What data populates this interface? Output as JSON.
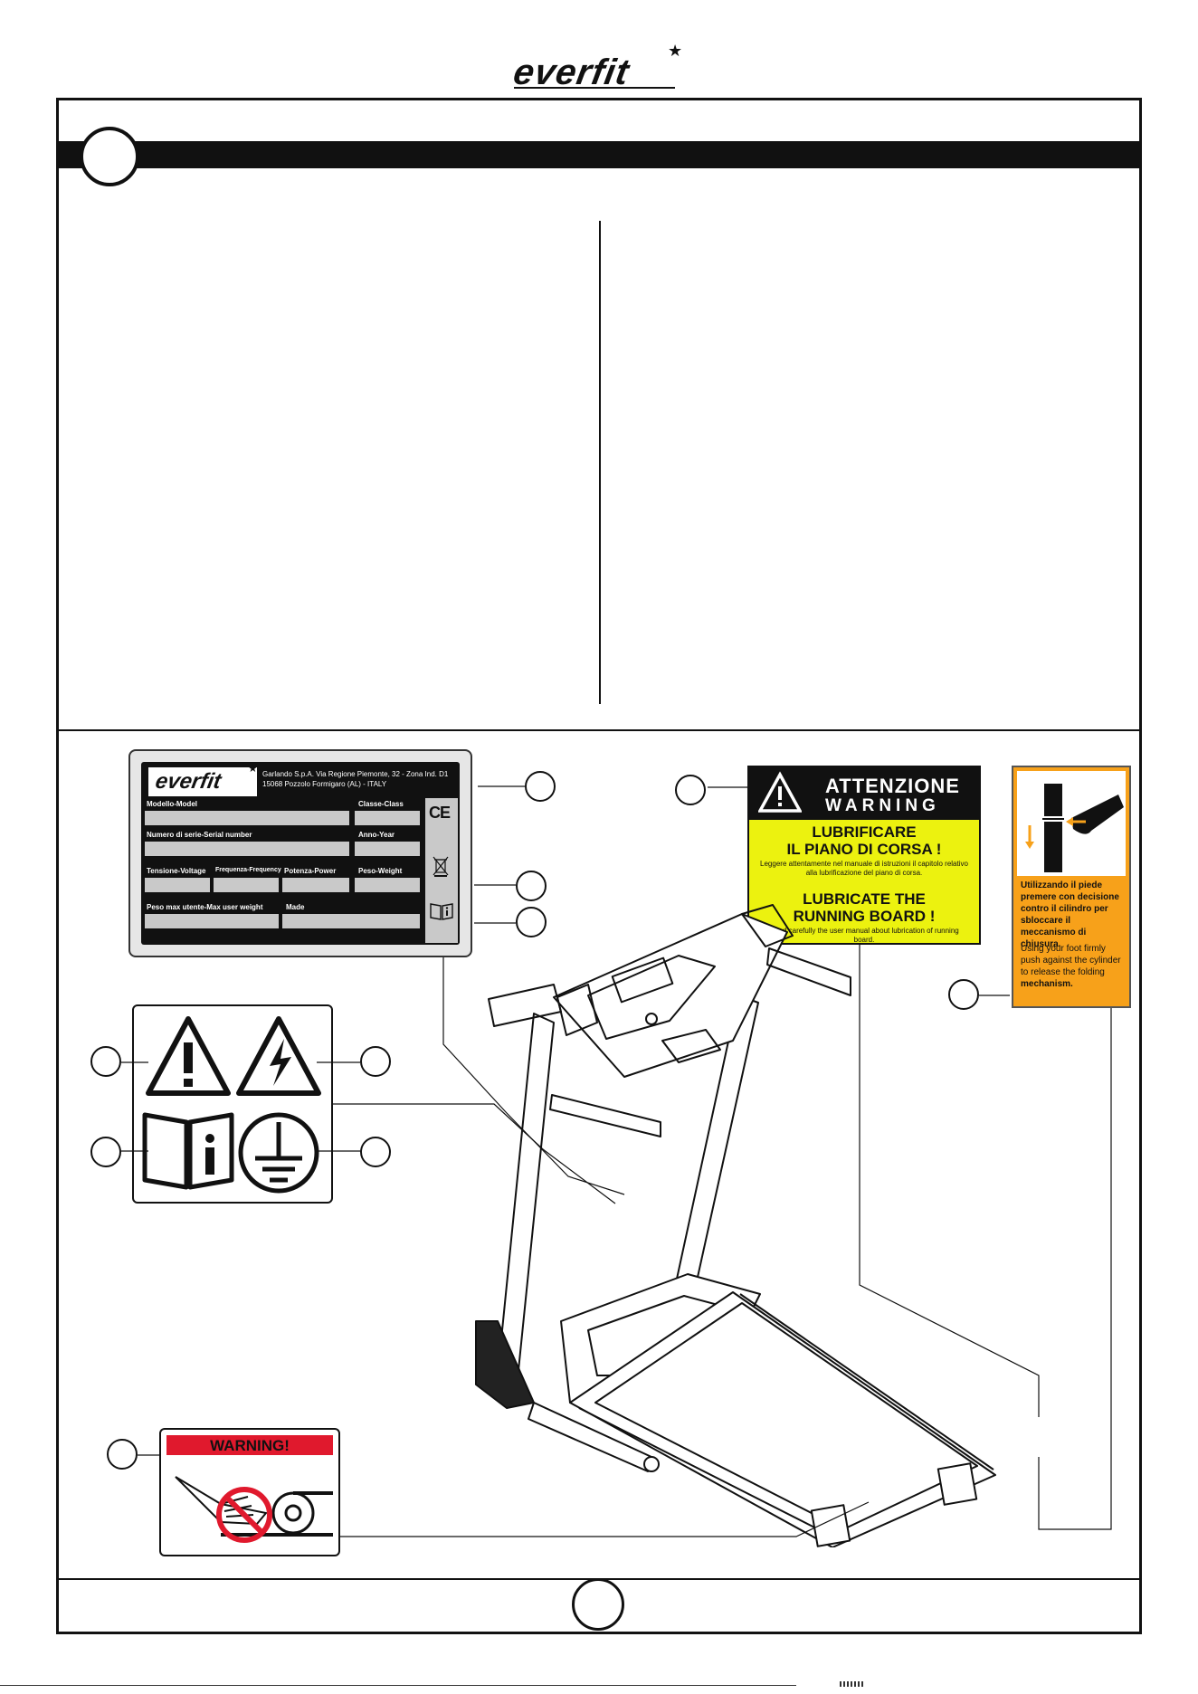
{
  "brand": {
    "name": "everfit",
    "star": "★"
  },
  "rating_plate": {
    "logo": "everfit",
    "address_line1": "Garlando S.p.A. Via Regione Piemonte, 32 - Zona Ind. D1",
    "address_line2": "15068 Pozzolo Formigaro (AL) - ITALY",
    "fields": {
      "model": "Modello-Model",
      "class": "Classe-Class",
      "serial": "Numero di serie-Serial number",
      "year": "Anno-Year",
      "voltage": "Tensione-Voltage",
      "frequency": "Frequenza-Frequency",
      "power": "Potenza-Power",
      "weight": "Peso-Weight",
      "max_user_weight": "Peso max utente-Max user weight",
      "made": "Made"
    },
    "ce_mark": "CE"
  },
  "warning_label": {
    "title_it": "ATTENZIONE",
    "title_en": "WARNING",
    "heading_it": "LUBRIFICARE IL PIANO DI CORSA !",
    "heading_it_line1": "LUBRIFICARE",
    "heading_it_line2": "IL PIANO DI CORSA !",
    "body_it": "Leggere attentamente nel manuale di istruzioni il capitolo relativo alla lubrificazione del piano di corsa.",
    "heading_en_line1": "LUBRICATE THE",
    "heading_en_line2": "RUNNING BOARD !",
    "body_en": "Read carefully the user manual about lubrication of running board.",
    "colors": {
      "background": "#ecf20f",
      "header": "#111111"
    }
  },
  "folding_label": {
    "text_it": "Utilizzando il piede premere con decisione contro il cilindro per sbloccare il meccanismo di chiusura.",
    "text_en_prefix": "Using your foot firmly push against the cylinder to release the folding ",
    "text_en_bold": "mechanism.",
    "colors": {
      "background": "#f7a11a"
    }
  },
  "warning_sticker": {
    "title": "WARNING!",
    "colors": {
      "header": "#e0192d"
    }
  },
  "icons": [
    "warning-triangle-icon",
    "electric-hazard-icon",
    "read-manual-icon",
    "ground-icon",
    "weee-bin-icon",
    "ce-mark-icon",
    "no-hands-icon"
  ]
}
